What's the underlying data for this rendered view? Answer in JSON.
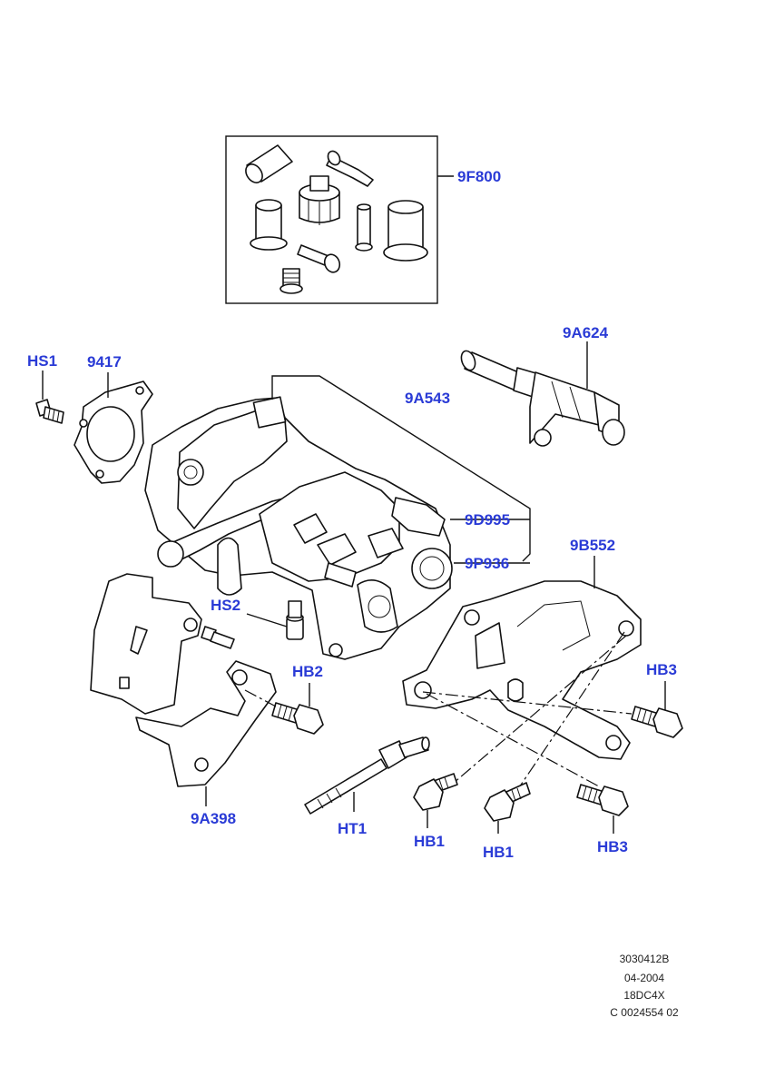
{
  "labels": {
    "kit": "9F800",
    "tube_9a624": "9A624",
    "pump": "9A543",
    "hs1": "HS1",
    "gasket": "9417",
    "sensor_9d995": "9D995",
    "sensor_9p936": "9P936",
    "bracket_9b552": "9B552",
    "hs2": "HS2",
    "hb2": "HB2",
    "hb3_top": "HB3",
    "plate_9a398": "9A398",
    "ht1": "HT1",
    "hb1_a": "HB1",
    "hb1_b": "HB1",
    "hb3_bottom": "HB3"
  },
  "reference": {
    "line1": "3030412B",
    "line2": "04-2004",
    "line3": "18DC4X",
    "line4": "C 0024554 02"
  },
  "colors": {
    "label": "#2a3bd6",
    "line": "#111111",
    "background": "#ffffff"
  }
}
